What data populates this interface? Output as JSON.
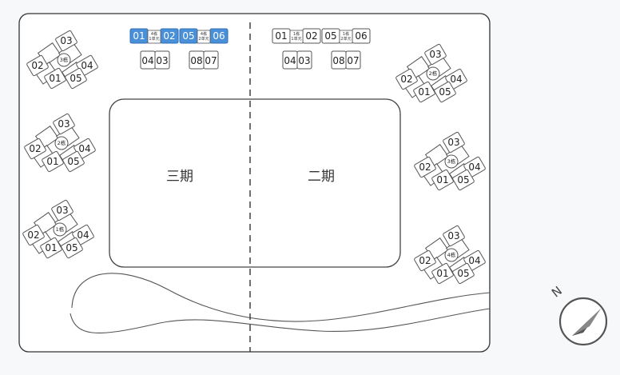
{
  "phases": {
    "left_label": "三期",
    "right_label": "二期"
  },
  "north_label": "N",
  "colors": {
    "highlight": "#4a90d9"
  },
  "top_rows": [
    {
      "id": "top-left",
      "highlighted": true,
      "units_top": [
        "01",
        "02",
        "05",
        "06"
      ],
      "building_tags": [
        "4栋",
        "1单元",
        "4栋",
        "2单元"
      ],
      "units_bottom": [
        "04",
        "03",
        "08",
        "07"
      ]
    },
    {
      "id": "top-right",
      "highlighted": false,
      "units_top": [
        "01",
        "02",
        "05",
        "06"
      ],
      "building_tags": [
        "1栋",
        "1单元",
        "1栋",
        "2单元"
      ],
      "units_bottom": [
        "04",
        "03",
        "08",
        "07"
      ]
    }
  ],
  "clusters": [
    {
      "id": "left-1",
      "building": "3栋",
      "units": [
        "03",
        "02",
        "04",
        "01",
        "05"
      ]
    },
    {
      "id": "left-2",
      "building": "2栋",
      "units": [
        "03",
        "02",
        "04",
        "01",
        "05"
      ]
    },
    {
      "id": "left-3",
      "building": "1栋",
      "units": [
        "03",
        "02",
        "04",
        "01",
        "05"
      ]
    },
    {
      "id": "right-1",
      "building": "2栋",
      "units": [
        "03",
        "02",
        "04",
        "01",
        "05"
      ]
    },
    {
      "id": "right-2",
      "building": "3栋",
      "units": [
        "03",
        "02",
        "04",
        "01",
        "05"
      ]
    },
    {
      "id": "right-3",
      "building": "4栋",
      "units": [
        "03",
        "02",
        "04",
        "01",
        "05"
      ]
    }
  ]
}
